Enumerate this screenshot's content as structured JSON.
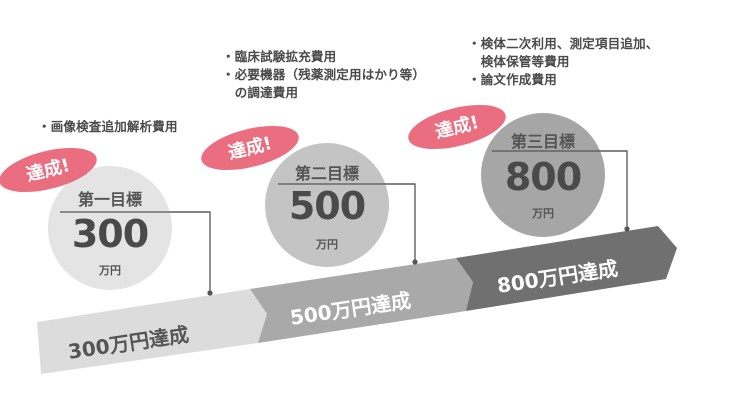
{
  "notes": {
    "goal1": [
      "・画像検査追加解析費用"
    ],
    "goal2": [
      "・臨床試験拡充費用",
      "・必要機器（残薬測定用はかり等）",
      "　の調達費用"
    ],
    "goal3": [
      "・検体二次利用、測定項目追加、",
      "　検体保管等費用",
      "・論文作成費用"
    ]
  },
  "goals": [
    {
      "title": "第一目標",
      "amount": "300",
      "unit": "万円",
      "badge": "達成!",
      "banner": "300万円達成",
      "circle_color": "#e4e4e4",
      "banner_color": "#dcdcdc",
      "banner_text_color": "#555555"
    },
    {
      "title": "第二目標",
      "amount": "500",
      "unit": "万円",
      "badge": "達成!",
      "banner": "500万円達成",
      "circle_color": "#c4c4c4",
      "banner_color": "#a9a9a9",
      "banner_text_color": "#ffffff"
    },
    {
      "title": "第三目標",
      "amount": "800",
      "unit": "万円",
      "badge": "達成!",
      "banner": "800万円達成",
      "circle_color": "#a6a6a6",
      "banner_color": "#707070",
      "banner_text_color": "#ffffff"
    }
  ],
  "colors": {
    "badge": "#e85a6e",
    "connector": "#555555"
  }
}
